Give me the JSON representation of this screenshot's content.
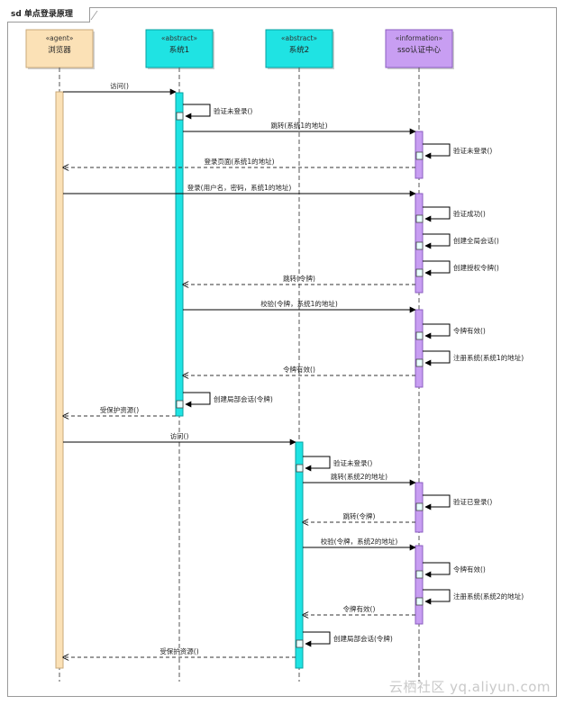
{
  "frame": {
    "title": "sd 单点登录原理"
  },
  "participants": [
    {
      "id": "browser",
      "stereotype": "«agent»",
      "name": "浏览器",
      "fill": "#fbe1b6",
      "stroke": "#c9a97a"
    },
    {
      "id": "sys1",
      "stereotype": "«abstract»",
      "name": "系统1",
      "fill": "#1fe3e3",
      "stroke": "#0aa0a0"
    },
    {
      "id": "sys2",
      "stereotype": "«abstract»",
      "name": "系统2",
      "fill": "#1fe3e3",
      "stroke": "#0aa0a0"
    },
    {
      "id": "sso",
      "stereotype": "«information»",
      "name": "sso认证中心",
      "fill": "#c89ef2",
      "stroke": "#8a5cc0"
    }
  ],
  "messages": [
    {
      "label": "访问()",
      "kind": "call"
    },
    {
      "label": "验证未登录()",
      "kind": "self"
    },
    {
      "label": "跳转(系统1的地址)",
      "kind": "call"
    },
    {
      "label": "验证未登录()",
      "kind": "self"
    },
    {
      "label": "登录页面(系统1的地址)",
      "kind": "return"
    },
    {
      "label": "登录(用户名，密码，系统1的地址)",
      "kind": "call"
    },
    {
      "label": "验证成功()",
      "kind": "self"
    },
    {
      "label": "创建全局会话()",
      "kind": "self"
    },
    {
      "label": "创建授权令牌()",
      "kind": "self"
    },
    {
      "label": "跳转(令牌)",
      "kind": "return"
    },
    {
      "label": "校验(令牌，系统1的地址)",
      "kind": "call"
    },
    {
      "label": "令牌有效()",
      "kind": "self"
    },
    {
      "label": "注册系统(系统1的地址)",
      "kind": "self"
    },
    {
      "label": "令牌有效()",
      "kind": "return"
    },
    {
      "label": "创建局部会话(令牌)",
      "kind": "self"
    },
    {
      "label": "受保护资源()",
      "kind": "return"
    },
    {
      "label": "访问()",
      "kind": "call"
    },
    {
      "label": "验证未登录()",
      "kind": "self"
    },
    {
      "label": "跳转(系统2的地址)",
      "kind": "call"
    },
    {
      "label": "验证已登录()",
      "kind": "self"
    },
    {
      "label": "跳转(令牌)",
      "kind": "return"
    },
    {
      "label": "校验(令牌，系统2的地址)",
      "kind": "call"
    },
    {
      "label": "令牌有效()",
      "kind": "self"
    },
    {
      "label": "注册系统(系统2的地址)",
      "kind": "self"
    },
    {
      "label": "令牌有效()",
      "kind": "return"
    },
    {
      "label": "创建局部会话(令牌)",
      "kind": "self"
    },
    {
      "label": "受保护资源()",
      "kind": "return"
    }
  ],
  "watermark": "云栖社区 yq.aliyun.com"
}
